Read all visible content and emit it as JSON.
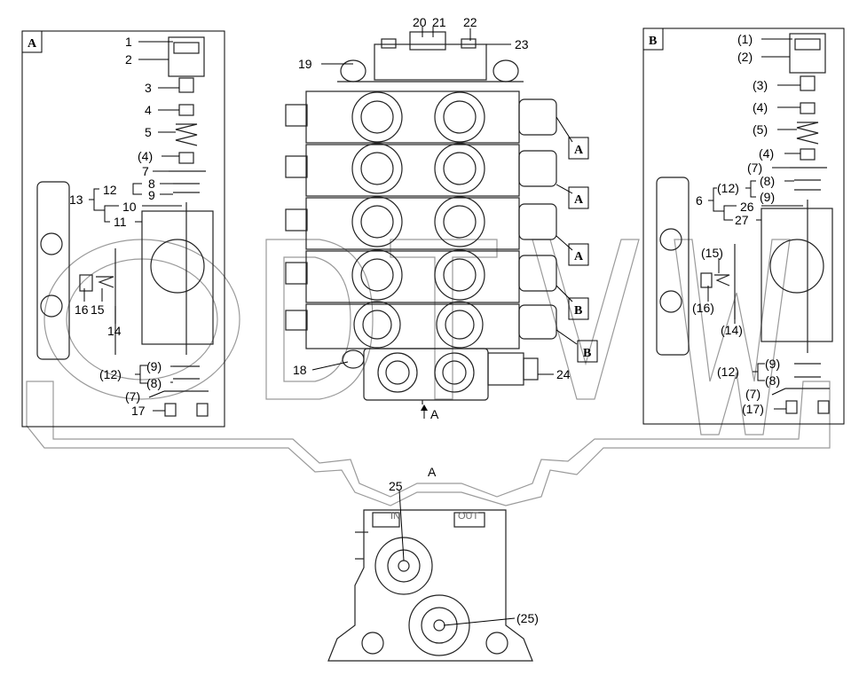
{
  "panelA": {
    "corner": "A",
    "labels": [
      "1",
      "2",
      "3",
      "4",
      "5",
      "(4)",
      "7",
      "8",
      "9",
      "12",
      "13",
      "10",
      "11",
      "16",
      "15",
      "14",
      "(12)",
      "(9)",
      "(8)",
      "(7)",
      "17"
    ]
  },
  "panelB": {
    "corner": "B",
    "labels": [
      "(1)",
      "(2)",
      "(3)",
      "(4)",
      "(5)",
      "(4)",
      "(7)",
      "(8)",
      "(12)",
      "(9)",
      "6",
      "26",
      "27",
      "(15)",
      "(16)",
      "(14)",
      "(12)",
      "(9)",
      "(8)",
      "(7)",
      "(17)"
    ]
  },
  "center": {
    "labels": [
      "20",
      "21",
      "22",
      "23",
      "19",
      "18",
      "24"
    ],
    "tags": [
      "A",
      "A",
      "A",
      "B",
      "B"
    ],
    "view_arrow": "A",
    "section_letter": "A"
  },
  "bottom": {
    "labels": [
      "25",
      "(25)"
    ],
    "port_in": "IN",
    "port_out": "OUT"
  },
  "colors": {
    "ink": "#000000",
    "watermark": "#9a9a9a"
  }
}
